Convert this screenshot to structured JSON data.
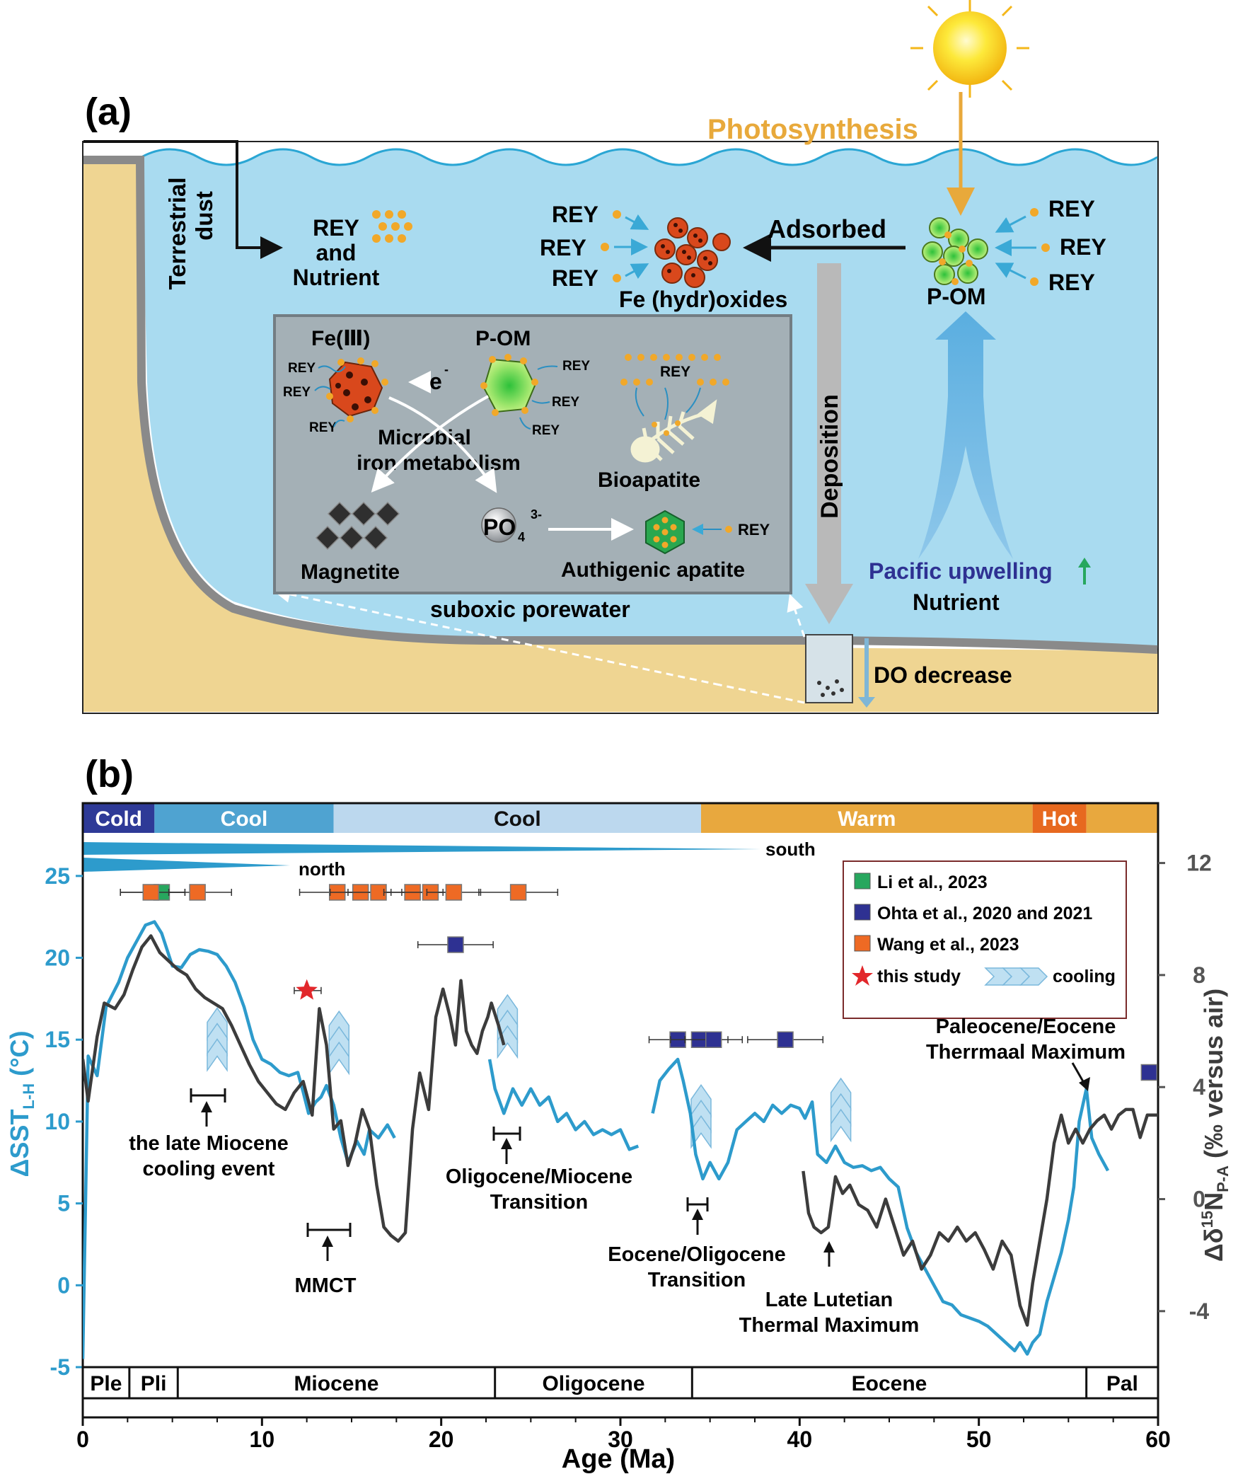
{
  "panel_a": {
    "label": "(a)",
    "photosynthesis": "Photosynthesis",
    "terrestrial_line1": "Terrestrial",
    "terrestrial_line2": "dust",
    "rey_and_nutrient": [
      "REY",
      "and",
      "Nutrient"
    ],
    "rey": "REY",
    "fe_hydroxides": "Fe (hydr)oxides",
    "adsorbed": "Adsorbed",
    "pom": "P-OM",
    "deposition": "Deposition",
    "box": {
      "fe3": "Fe(Ⅲ)",
      "pom": "P-OM",
      "electron": "e",
      "electron_sup": "-",
      "microbial_line1": "Microbial",
      "microbial_line2": "iron metabolism",
      "bioapatite": "Bioapatite",
      "magnetite": "Magnetite",
      "po4": "PO",
      "po4_sub": "4",
      "po4_sup": "3-",
      "authigenic": "Authigenic apatite"
    },
    "suboxic": "suboxic porewater",
    "pacific_upwelling": "Pacific upwelling",
    "nutrient": "Nutrient",
    "do_decrease": "DO decrease"
  },
  "panel_b": {
    "label": "(b)",
    "climate_bands": [
      {
        "label": "Cold",
        "from": 0,
        "to": 4,
        "color": "#2e3a97"
      },
      {
        "label": "Cool",
        "from": 4,
        "to": 14,
        "color": "#4fa3d1"
      },
      {
        "label": "Cool",
        "from": 14,
        "to": 34.5,
        "color": "#bcd8ee"
      },
      {
        "label": "Warm",
        "from": 34.5,
        "to": 53,
        "color": "#e8a83e"
      },
      {
        "label": "Hot",
        "from": 53,
        "to": 56,
        "color": "#e7691f"
      },
      {
        "label": "",
        "from": 56,
        "to": 60,
        "color": "#e8a83e"
      }
    ],
    "ice_south": "south",
    "ice_north": "north",
    "legend": [
      "Li et al., 2023",
      "Ohta et al., 2020 and 2021",
      "Wang et al., 2023",
      "this study",
      "cooling"
    ],
    "colors": {
      "li": "#27a75e",
      "ohta": "#2e3192",
      "wang": "#ee6a24",
      "star": "#e2272b",
      "sst": "#2d9bcc",
      "d15n": "#3c3c3c"
    },
    "events": {
      "late_miocene": [
        "the late Miocene",
        "cooling event"
      ],
      "mmct": "MMCT",
      "oligo_mio": [
        "Oligocene/Miocene",
        "Transition"
      ],
      "eo_oligo": [
        "Eocene/Oligocene",
        "Transition"
      ],
      "lltm": [
        "Late Lutetian",
        "Thermal Maximum"
      ],
      "petm": [
        "Paleocene/Eocene",
        "Therrmaal Maximum"
      ]
    },
    "epochs": [
      {
        "label": "Ple",
        "from": 0,
        "to": 2.6
      },
      {
        "label": "Pli",
        "from": 2.6,
        "to": 5.3
      },
      {
        "label": "Miocene",
        "from": 5.3,
        "to": 23
      },
      {
        "label": "Oligocene",
        "from": 23,
        "to": 34
      },
      {
        "label": "Eocene",
        "from": 34,
        "to": 56
      },
      {
        "label": "Pal",
        "from": 56,
        "to": 60
      }
    ],
    "xlabel": "Age (Ma)",
    "ylabel_left": "ΔSST",
    "ylabel_left_sub": "L-H",
    "ylabel_left_unit": " (°C)",
    "ylabel_right": "Δδ",
    "ylabel_right_sup": "15",
    "ylabel_right_N": "N",
    "ylabel_right_sub": "P-A",
    "ylabel_right_unit": " (‰ versus air)"
  },
  "chart_data": {
    "type": "line",
    "xlabel": "Age (Ma)",
    "ylabel": "ΔSST L-H (°C)",
    "y2label": "Δδ15N P-A (‰ versus air)",
    "xlim": [
      0,
      60
    ],
    "ylim": [
      -5,
      27.5
    ],
    "y2lim": [
      -6,
      13
    ],
    "xticks": [
      0,
      10,
      20,
      30,
      40,
      50,
      60
    ],
    "yticks": [
      -5,
      0,
      5,
      10,
      15,
      20,
      25
    ],
    "y2ticks": [
      -4,
      0,
      4,
      8,
      12
    ],
    "series": [
      {
        "axis": "left",
        "x": [
          0,
          0.3,
          0.8,
          1.3,
          2,
          2.5,
          3,
          3.5,
          4,
          4.4,
          5,
          5.5,
          6,
          6.5,
          7,
          7.5,
          8,
          8.5,
          9,
          9.5,
          10,
          10.5,
          11,
          11.5,
          12,
          12.3,
          12.6,
          13,
          13.3,
          13.6,
          14,
          14.4,
          14.8,
          15.3,
          15.7,
          16,
          16.5,
          17,
          17.4
        ],
        "y": [
          -4.5,
          14,
          12.8,
          17,
          18.5,
          20,
          21,
          22,
          22.2,
          21.5,
          19.5,
          19.4,
          20.2,
          20.5,
          20.4,
          20.2,
          19.5,
          18.5,
          17,
          15,
          13.8,
          13.5,
          13,
          12.8,
          13,
          11.8,
          10.5,
          11.2,
          11.5,
          12.2,
          11,
          9,
          7.5,
          8.8,
          8,
          9.5,
          9,
          9.8,
          9
        ]
      },
      {
        "axis": "left",
        "x": [
          22.7,
          23,
          23.5,
          24,
          24.5,
          25,
          25.5,
          26,
          26.5,
          27,
          27.5,
          28,
          28.5,
          29,
          29.5,
          30,
          30.5,
          31
        ],
        "y": [
          13.8,
          12,
          10.5,
          12,
          11,
          12,
          11,
          11.5,
          10,
          10.5,
          9.5,
          10,
          9.2,
          9.5,
          9.2,
          9.5,
          8.3,
          8.5
        ]
      },
      {
        "axis": "left",
        "x": [
          31.8,
          32.2,
          32.7,
          33.2,
          33.5,
          33.9,
          34.2,
          34.6,
          35,
          35.5,
          36,
          36.5,
          37,
          37.5,
          38,
          38.5,
          39,
          39.5,
          40,
          40.3,
          40.7,
          41,
          41.5,
          42,
          42.5,
          43,
          43.5,
          44,
          44.5,
          45,
          45.5,
          46,
          46.5,
          47,
          47.5,
          48,
          48.5,
          49,
          49.5,
          50,
          50.5,
          51,
          51.5,
          52,
          52.3,
          52.7,
          53,
          53.4,
          53.8,
          54.2,
          54.6,
          55,
          55.3,
          55.6,
          56,
          56.3,
          56.7,
          57.2
        ],
        "y": [
          10.5,
          12.5,
          13.2,
          13.8,
          12.5,
          10.5,
          8,
          6.5,
          7.5,
          6.5,
          7.5,
          9.5,
          10,
          10.5,
          10,
          11,
          10.5,
          11,
          10.8,
          10.2,
          11.2,
          8,
          7.5,
          8.5,
          7.5,
          7.2,
          7.3,
          7,
          7.2,
          6.5,
          6,
          3.5,
          2,
          1,
          0,
          -1,
          -1.2,
          -1.8,
          -2,
          -2.2,
          -2.5,
          -3,
          -3.5,
          -4,
          -3.5,
          -4.2,
          -3.5,
          -3,
          -1,
          0.5,
          2,
          4,
          6,
          10,
          12,
          9,
          8,
          7
        ]
      },
      {
        "axis": "right",
        "x": [
          0,
          0.3,
          0.8,
          1.2,
          1.8,
          2.3,
          2.8,
          3.3,
          3.8,
          4.3,
          4.8,
          5.3,
          5.8,
          6.3,
          6.8,
          7.3,
          7.8,
          8.3,
          8.8,
          9.3,
          9.8,
          10.3,
          10.8,
          11.3,
          11.8,
          12.3,
          12.8,
          13.2,
          13.6,
          14,
          14.4,
          14.8,
          15.2,
          15.6,
          16,
          16.4,
          16.8,
          17.2,
          17.6,
          18,
          18.4,
          18.8,
          19.3,
          19.7,
          20.1,
          20.5,
          20.8,
          21.1,
          21.4,
          21.7,
          22,
          22.3,
          22.6,
          22.8,
          23,
          23.2,
          23.5
        ],
        "y": [
          5,
          3.5,
          5.8,
          7,
          6.8,
          7.3,
          8.2,
          9,
          9.4,
          8.8,
          8.5,
          8.2,
          8.0,
          7.5,
          7.2,
          7.0,
          6.8,
          6.2,
          5.5,
          4.8,
          4.2,
          3.8,
          3.4,
          3.2,
          3.8,
          4.2,
          3.0,
          6.8,
          5.5,
          2.5,
          2.8,
          1.2,
          2.0,
          3.2,
          2.5,
          0.5,
          -1,
          -1.3,
          -1.5,
          -1.2,
          2.5,
          4.5,
          3.2,
          6.5,
          7.5,
          6.5,
          5.5,
          7.8,
          6.0,
          5.5,
          5.2,
          6.0,
          6.5,
          7,
          6.6,
          6.2,
          5.5
        ]
      },
      {
        "axis": "right",
        "x": [
          40.2,
          40.5,
          40.8,
          41.2,
          41.6,
          42,
          42.4,
          42.8,
          43.3,
          43.8,
          44.3,
          44.8,
          45.3,
          45.8,
          46.3,
          46.8,
          47.3,
          47.8,
          48.3,
          48.8,
          49.3,
          49.8,
          50.3,
          50.8,
          51.3,
          51.8,
          52.3,
          52.7,
          53,
          53.4,
          53.8,
          54.2,
          54.6,
          55,
          55.4,
          55.8,
          56.2,
          56.6,
          57,
          57.4,
          57.8,
          58.2,
          58.6,
          59,
          59.4,
          59.8,
          60
        ],
        "y": [
          1,
          -0.5,
          -1.0,
          -1.2,
          -1.0,
          0.8,
          0.2,
          0.5,
          -0.2,
          -0.4,
          -1.0,
          0.0,
          -1.0,
          -2.0,
          -1.5,
          -2.5,
          -2.0,
          -1.2,
          -1.5,
          -1.0,
          -1.5,
          -1.2,
          -1.8,
          -2.5,
          -1.5,
          -2.0,
          -3.8,
          -4.5,
          -3.0,
          -1.5,
          0.0,
          2.0,
          3.0,
          2.0,
          2.5,
          2.0,
          2.5,
          2.8,
          3.0,
          2.5,
          3.0,
          3.2,
          3.2,
          2.2,
          3.0,
          3.0,
          3.0
        ]
      }
    ],
    "points": [
      {
        "source": "Li et al., 2023",
        "age": 4.4,
        "err": [
          2.1,
          5.7
        ],
        "y": 24
      },
      {
        "source": "Wang et al., 2023",
        "age": 3.8,
        "err": [
          2.1,
          5.7
        ],
        "y": 24
      },
      {
        "source": "Wang et al., 2023",
        "age": 6.4,
        "err": [
          4.8,
          8.3
        ],
        "y": 24
      },
      {
        "source": "Wang et al., 2023",
        "age": 14.2,
        "err": [
          12.1,
          16.3
        ],
        "y": 24
      },
      {
        "source": "Wang et al., 2023",
        "age": 15.5,
        "err": [
          13.8,
          17.2
        ],
        "y": 24
      },
      {
        "source": "Wang et al., 2023",
        "age": 16.5,
        "err": [
          14.8,
          18.2
        ],
        "y": 24
      },
      {
        "source": "Wang et al., 2023",
        "age": 18.4,
        "err": [
          16.8,
          20.1
        ],
        "y": 24
      },
      {
        "source": "Wang et al., 2023",
        "age": 19.4,
        "err": [
          17.8,
          21
        ],
        "y": 24
      },
      {
        "source": "Wang et al., 2023",
        "age": 20.7,
        "err": [
          19.2,
          22.2
        ],
        "y": 24
      },
      {
        "source": "Wang et al., 2023",
        "age": 24.3,
        "err": [
          22.1,
          26.5
        ],
        "y": 24
      },
      {
        "source": "Ohta et al., 2020 and 2021",
        "age": 20.8,
        "err": [
          18.7,
          22.9
        ],
        "y": 20.8
      },
      {
        "source": "Ohta et al., 2020 and 2021",
        "age": 33.2,
        "err": [
          31.6,
          34.8
        ],
        "y": 15
      },
      {
        "source": "Ohta et al., 2020 and 2021",
        "age": 34.4,
        "err": [
          32.8,
          36
        ],
        "y": 15
      },
      {
        "source": "Ohta et al., 2020 and 2021",
        "age": 35.2,
        "err": [
          33.6,
          36.8
        ],
        "y": 15
      },
      {
        "source": "Ohta et al., 2020 and 2021",
        "age": 39.2,
        "err": [
          37.1,
          41.3
        ],
        "y": 15
      },
      {
        "source": "Ohta et al., 2020 and 2021",
        "age": 59.5,
        "err": [
          59.5,
          59.5
        ],
        "y": 13
      },
      {
        "source": "this study",
        "age": 12.5,
        "err": [
          11.8,
          13.3
        ],
        "y": 18
      }
    ]
  }
}
